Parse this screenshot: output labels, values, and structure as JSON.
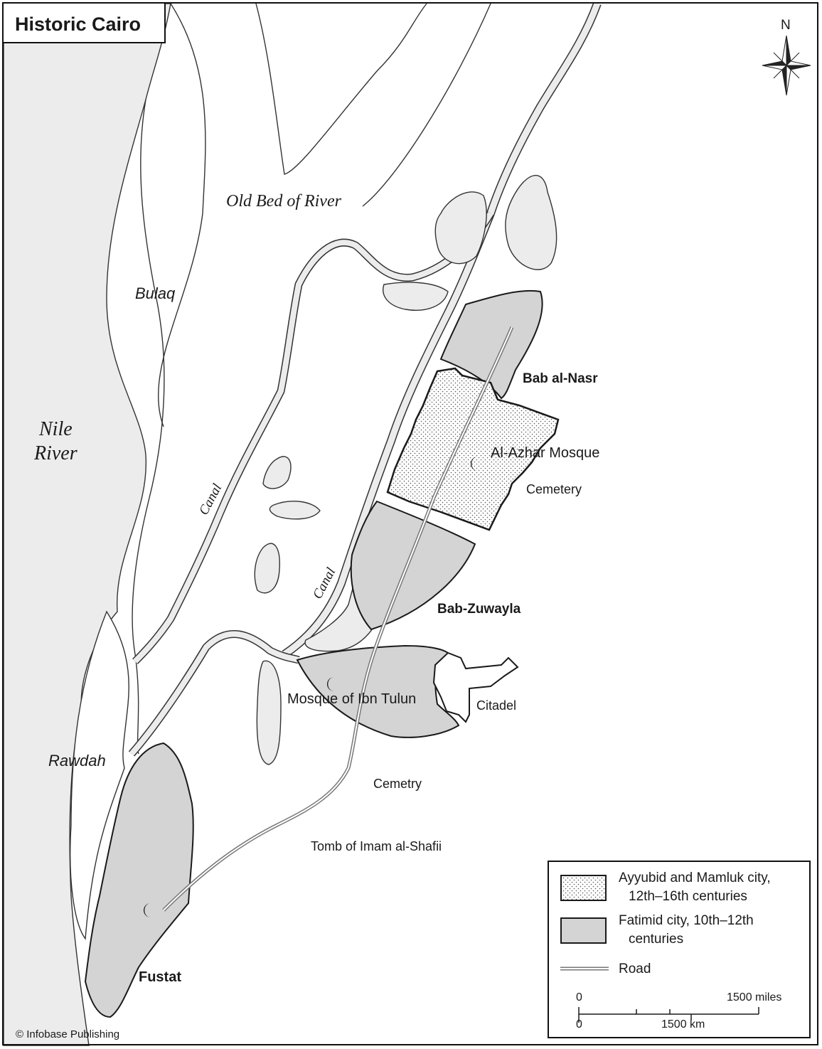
{
  "map": {
    "title": "Historic Cairo",
    "north_label": "N",
    "copyright": "© Infobase  Publishing",
    "labels": {
      "old_bed": "Old Bed of River",
      "bulaq": "Bulaq",
      "nile_line1": "Nile",
      "nile_line2": "River",
      "canal_west": "Canal",
      "canal_east": "Canal",
      "bab_al_nasr": "Bab al-Nasr",
      "al_azhar": "Al-Azhar Mosque",
      "cemetery_east": "Cemetery",
      "bab_zuwayla": "Bab-Zuwayla",
      "ibn_tulun": "Mosque of Ibn Tulun",
      "citadel": "Citadel",
      "rawdah": "Rawdah",
      "cemetry_south": "Cemetry",
      "tomb": "Tomb of Imam al-Shafii",
      "fustat": "Fustat"
    },
    "colors": {
      "river": "#ececec",
      "fatimid": "#d4d4d4",
      "ayyubid_dots": "#555555",
      "outline": "#1a1a1a",
      "road": "#777777"
    }
  },
  "legend": {
    "ayyubid_line1": "Ayyubid and Mamluk city,",
    "ayyubid_line2": "12th–16th centuries",
    "fatimid_line1": "Fatimid city, 10th–12th",
    "fatimid_line2": "centuries",
    "road": "Road",
    "scale_zero_top": "0",
    "scale_miles": "1500 miles",
    "scale_zero_bottom": "0",
    "scale_km": "1500 km"
  }
}
